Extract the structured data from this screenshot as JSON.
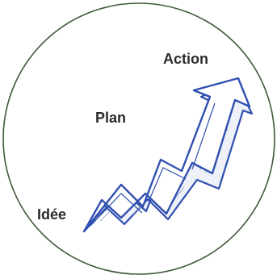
{
  "diagram": {
    "labels": {
      "action": "Action",
      "plan": "Plan",
      "idee": "Idée"
    },
    "colors": {
      "circle": "#3f5a3a",
      "arrow_stroke": "#2f4fb0",
      "arrow_fill": "#ffffff",
      "hatch": "#9aa6c9",
      "text": "#2b2b2b"
    }
  }
}
